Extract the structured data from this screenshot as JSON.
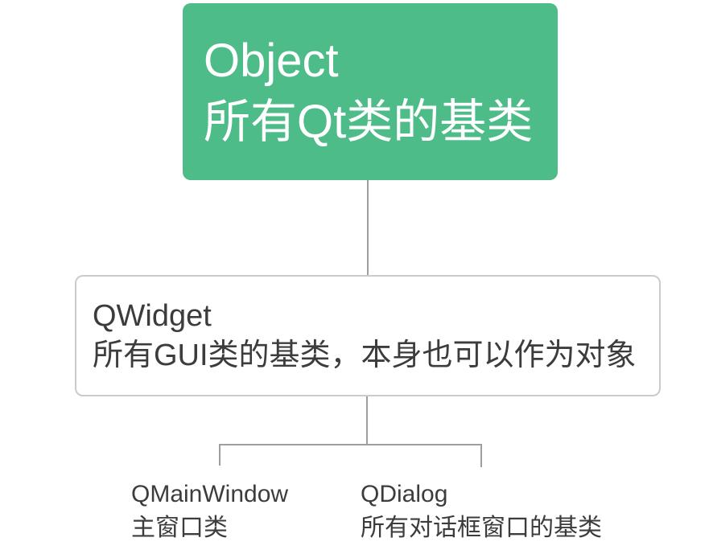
{
  "diagram": {
    "type": "mindmap-hierarchy",
    "topic": "Qt class hierarchy",
    "colors": {
      "canvas_bg": "#ffffff",
      "root_bg": "#4dbc88",
      "root_text": "#ffffff",
      "branch_bg": "#ffffff",
      "branch_border": "#cbcbcb",
      "text_dark": "#3c3c3c",
      "connector": "#9e9e9e"
    },
    "nodes": {
      "object": {
        "name": "Object",
        "desc": "所有Qt类的基类"
      },
      "qwidget": {
        "name": "QWidget",
        "desc": "所有GUI类的基类，本身也可以作为对象"
      },
      "qmainwindow": {
        "name": "QMainWindow",
        "desc": "主窗口类"
      },
      "qdialog": {
        "name": "QDialog",
        "desc": "所有对话框窗口的基类"
      }
    },
    "edges": [
      {
        "from": "object",
        "to": "qwidget"
      },
      {
        "from": "qwidget",
        "to": "qmainwindow"
      },
      {
        "from": "qwidget",
        "to": "qdialog"
      }
    ]
  }
}
